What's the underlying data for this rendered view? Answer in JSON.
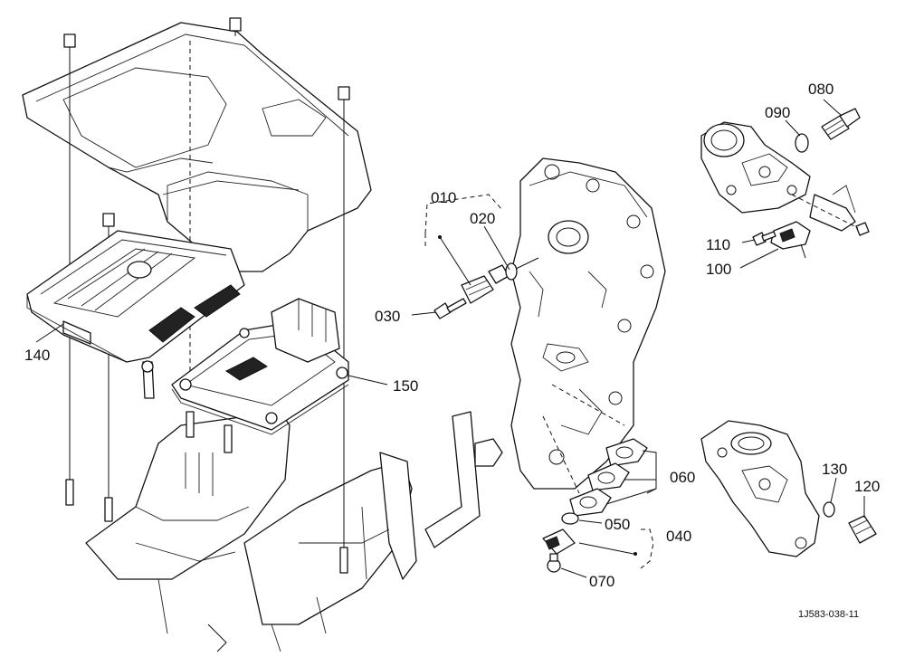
{
  "diagram": {
    "reference_code": "1J583-038-11",
    "callouts": {
      "p010": "010",
      "p020": "020",
      "p030": "030",
      "p040": "040",
      "p050": "050",
      "p060": "060",
      "p070": "070",
      "p080": "080",
      "p090": "090",
      "p100": "100",
      "p110": "110",
      "p120": "120",
      "p130": "130",
      "p140": "140",
      "p150": "150"
    }
  }
}
